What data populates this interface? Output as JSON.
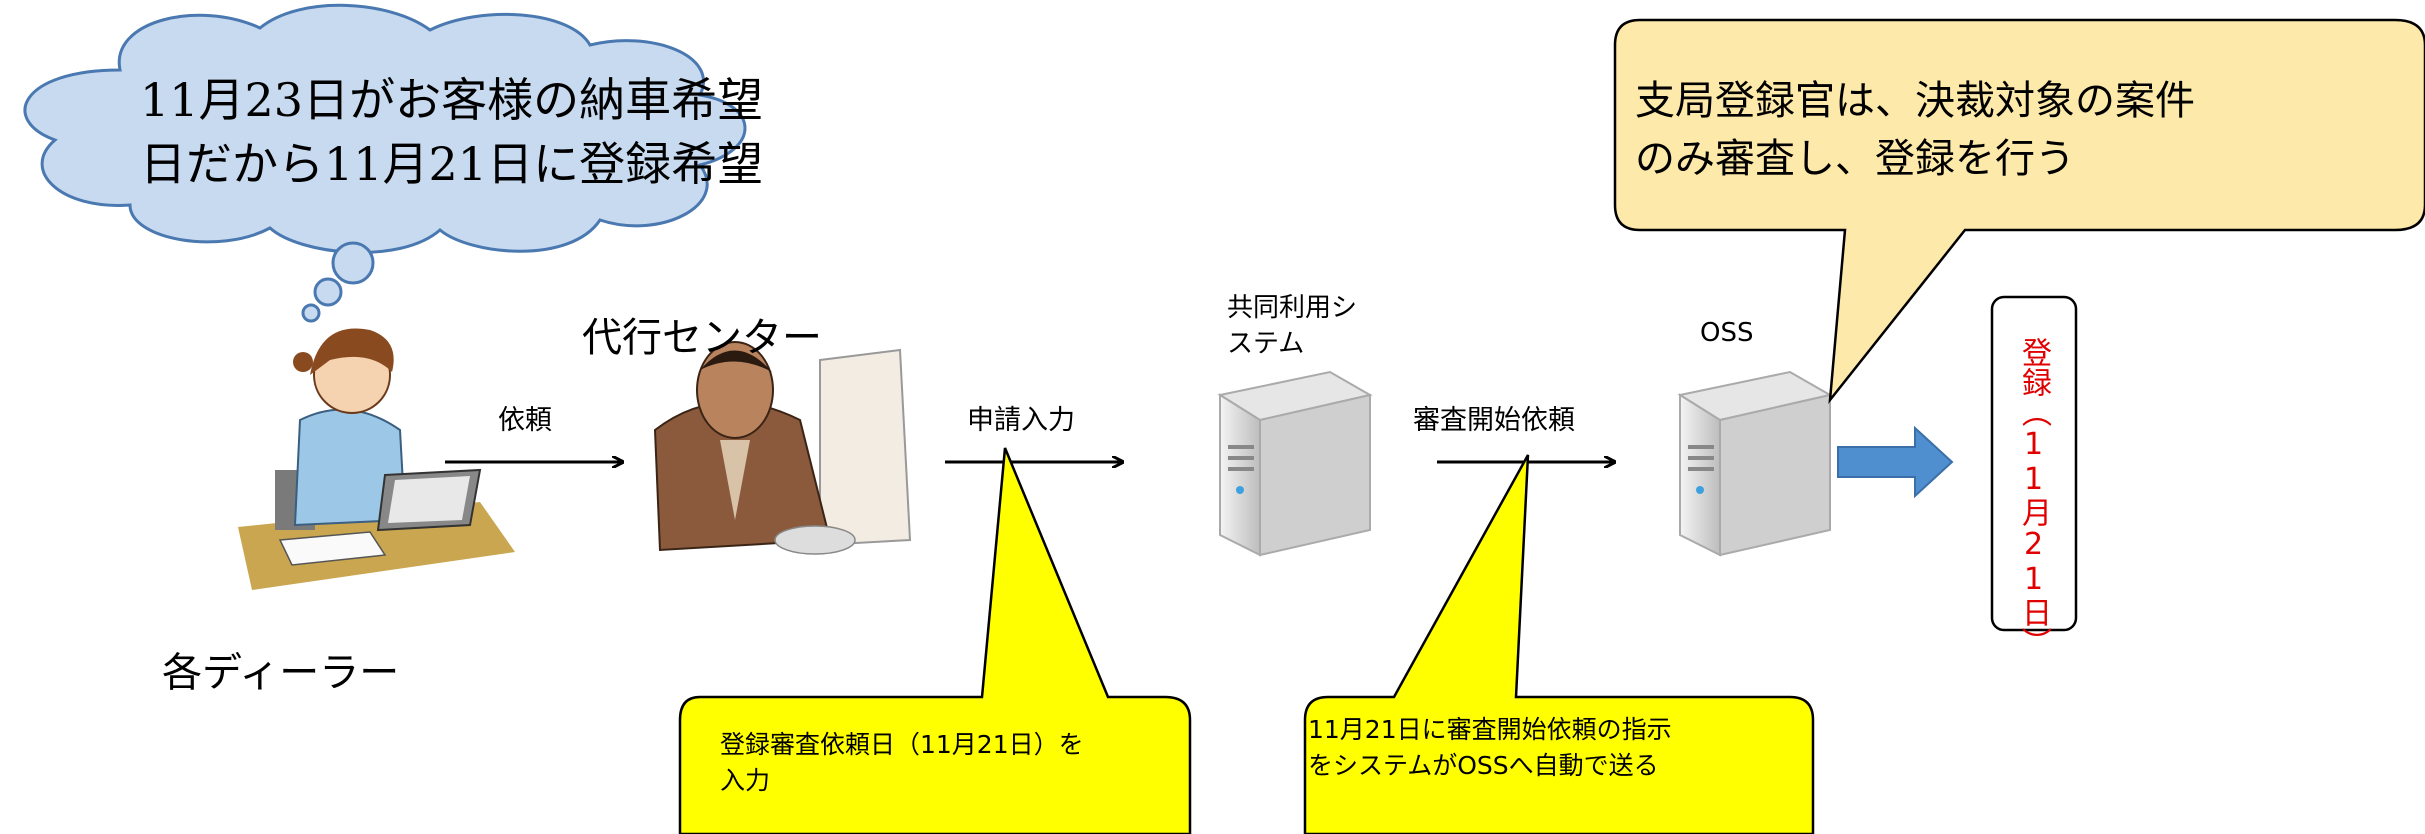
{
  "thought_bubble": {
    "text": "11月23日がお客様の納車希望\n日だから11月21日に登録希望"
  },
  "labels": {
    "dealer": "各ディーラー",
    "agency_center": "代行センター",
    "shared_system": "共同利用シ\nステム",
    "oss": "OSS"
  },
  "arrows": {
    "request": "依頼",
    "application_input": "申請入力",
    "review_start_request": "審査開始依頼"
  },
  "callouts": {
    "officer": "支局登録官は、決裁対象の案件\nのみ審査し、登録を行う",
    "input_date": "登録審査依頼日（11月21日）を\n入力",
    "auto_send": "11月21日に審査開始依頼の指示\nをシステムがOSSへ自動で送る"
  },
  "result_box": {
    "text": "登録（11月21日）"
  },
  "colors": {
    "cloud_fill": "#c7daf0",
    "cloud_stroke": "#4a78b0",
    "callout_orange": "#fde9a9",
    "callout_yellow": "#ffff00",
    "arrow_blue": "#4f8fd0",
    "result_text": "#e00000"
  }
}
